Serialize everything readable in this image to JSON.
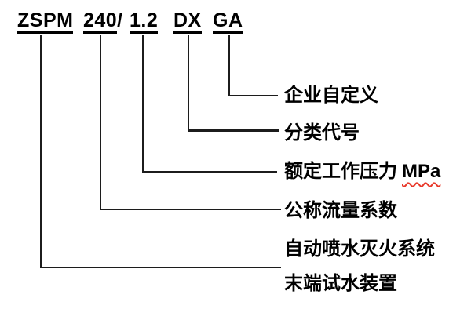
{
  "diagram": {
    "title_semantic": "model-code-explanation",
    "colors": {
      "background": "#ffffff",
      "text": "#000000",
      "line": "#1c1c1c",
      "spellcheck_squiggle": "#e8392b"
    },
    "code": {
      "full": "ZSPM 240/1.2 DX GA",
      "parts": [
        {
          "text": "ZSPM",
          "underlined": true
        },
        {
          "text": "240",
          "underlined": true
        },
        {
          "text": "/",
          "underlined": false
        },
        {
          "text": "1.2",
          "underlined": true
        },
        {
          "text": "DX",
          "underlined": true
        },
        {
          "text": "GA",
          "underlined": true
        }
      ]
    },
    "labels": [
      {
        "for": "GA",
        "text": "企业自定义"
      },
      {
        "for": "DX",
        "text": "分类代号"
      },
      {
        "for": "1.2",
        "text": "额定工作压力",
        "unit": "MPa"
      },
      {
        "for": "240",
        "text": "公称流量系数"
      },
      {
        "for": "ZSPM",
        "text": "自动喷水灭火系统"
      },
      {
        "for": "ZSPM",
        "text": "末端试水装置"
      }
    ]
  }
}
